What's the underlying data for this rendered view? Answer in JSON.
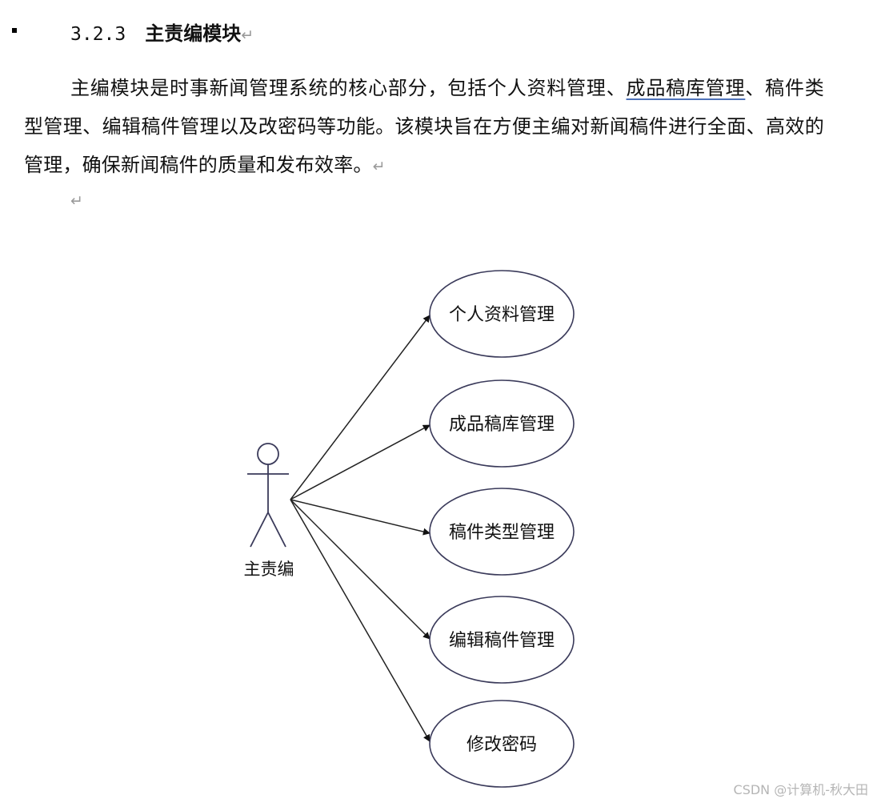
{
  "heading": {
    "number": "3.2.3",
    "title": "主责编模块",
    "mark": "↵"
  },
  "paragraph": {
    "part1": "主编模块是时事新闻管理系统的核心部分，包括个人资料管理、",
    "underlined": "成品稿库管理",
    "part2": "、稿件类型管理、编辑稿件管理以及改密码等功能。该模块旨在方便主编对新闻稿件进行全面、高效的管理，确保新闻稿件的质量和发布效率。",
    "mark": "↵"
  },
  "empty_paragraph_mark": "↵",
  "diagram": {
    "actor_label": "主责编",
    "use_cases": [
      "个人资料管理",
      "成品稿库管理",
      "稿件类型管理",
      "编辑稿件管理",
      "修改密码"
    ]
  },
  "watermark": "CSDN @计算机-秋大田",
  "colors": {
    "text": "#111111",
    "link_underline": "#4f73b9",
    "paragraph_mark": "#9a9a9a",
    "diagram_stroke": "#3a3a5a",
    "watermark": "#b5b5b5"
  }
}
